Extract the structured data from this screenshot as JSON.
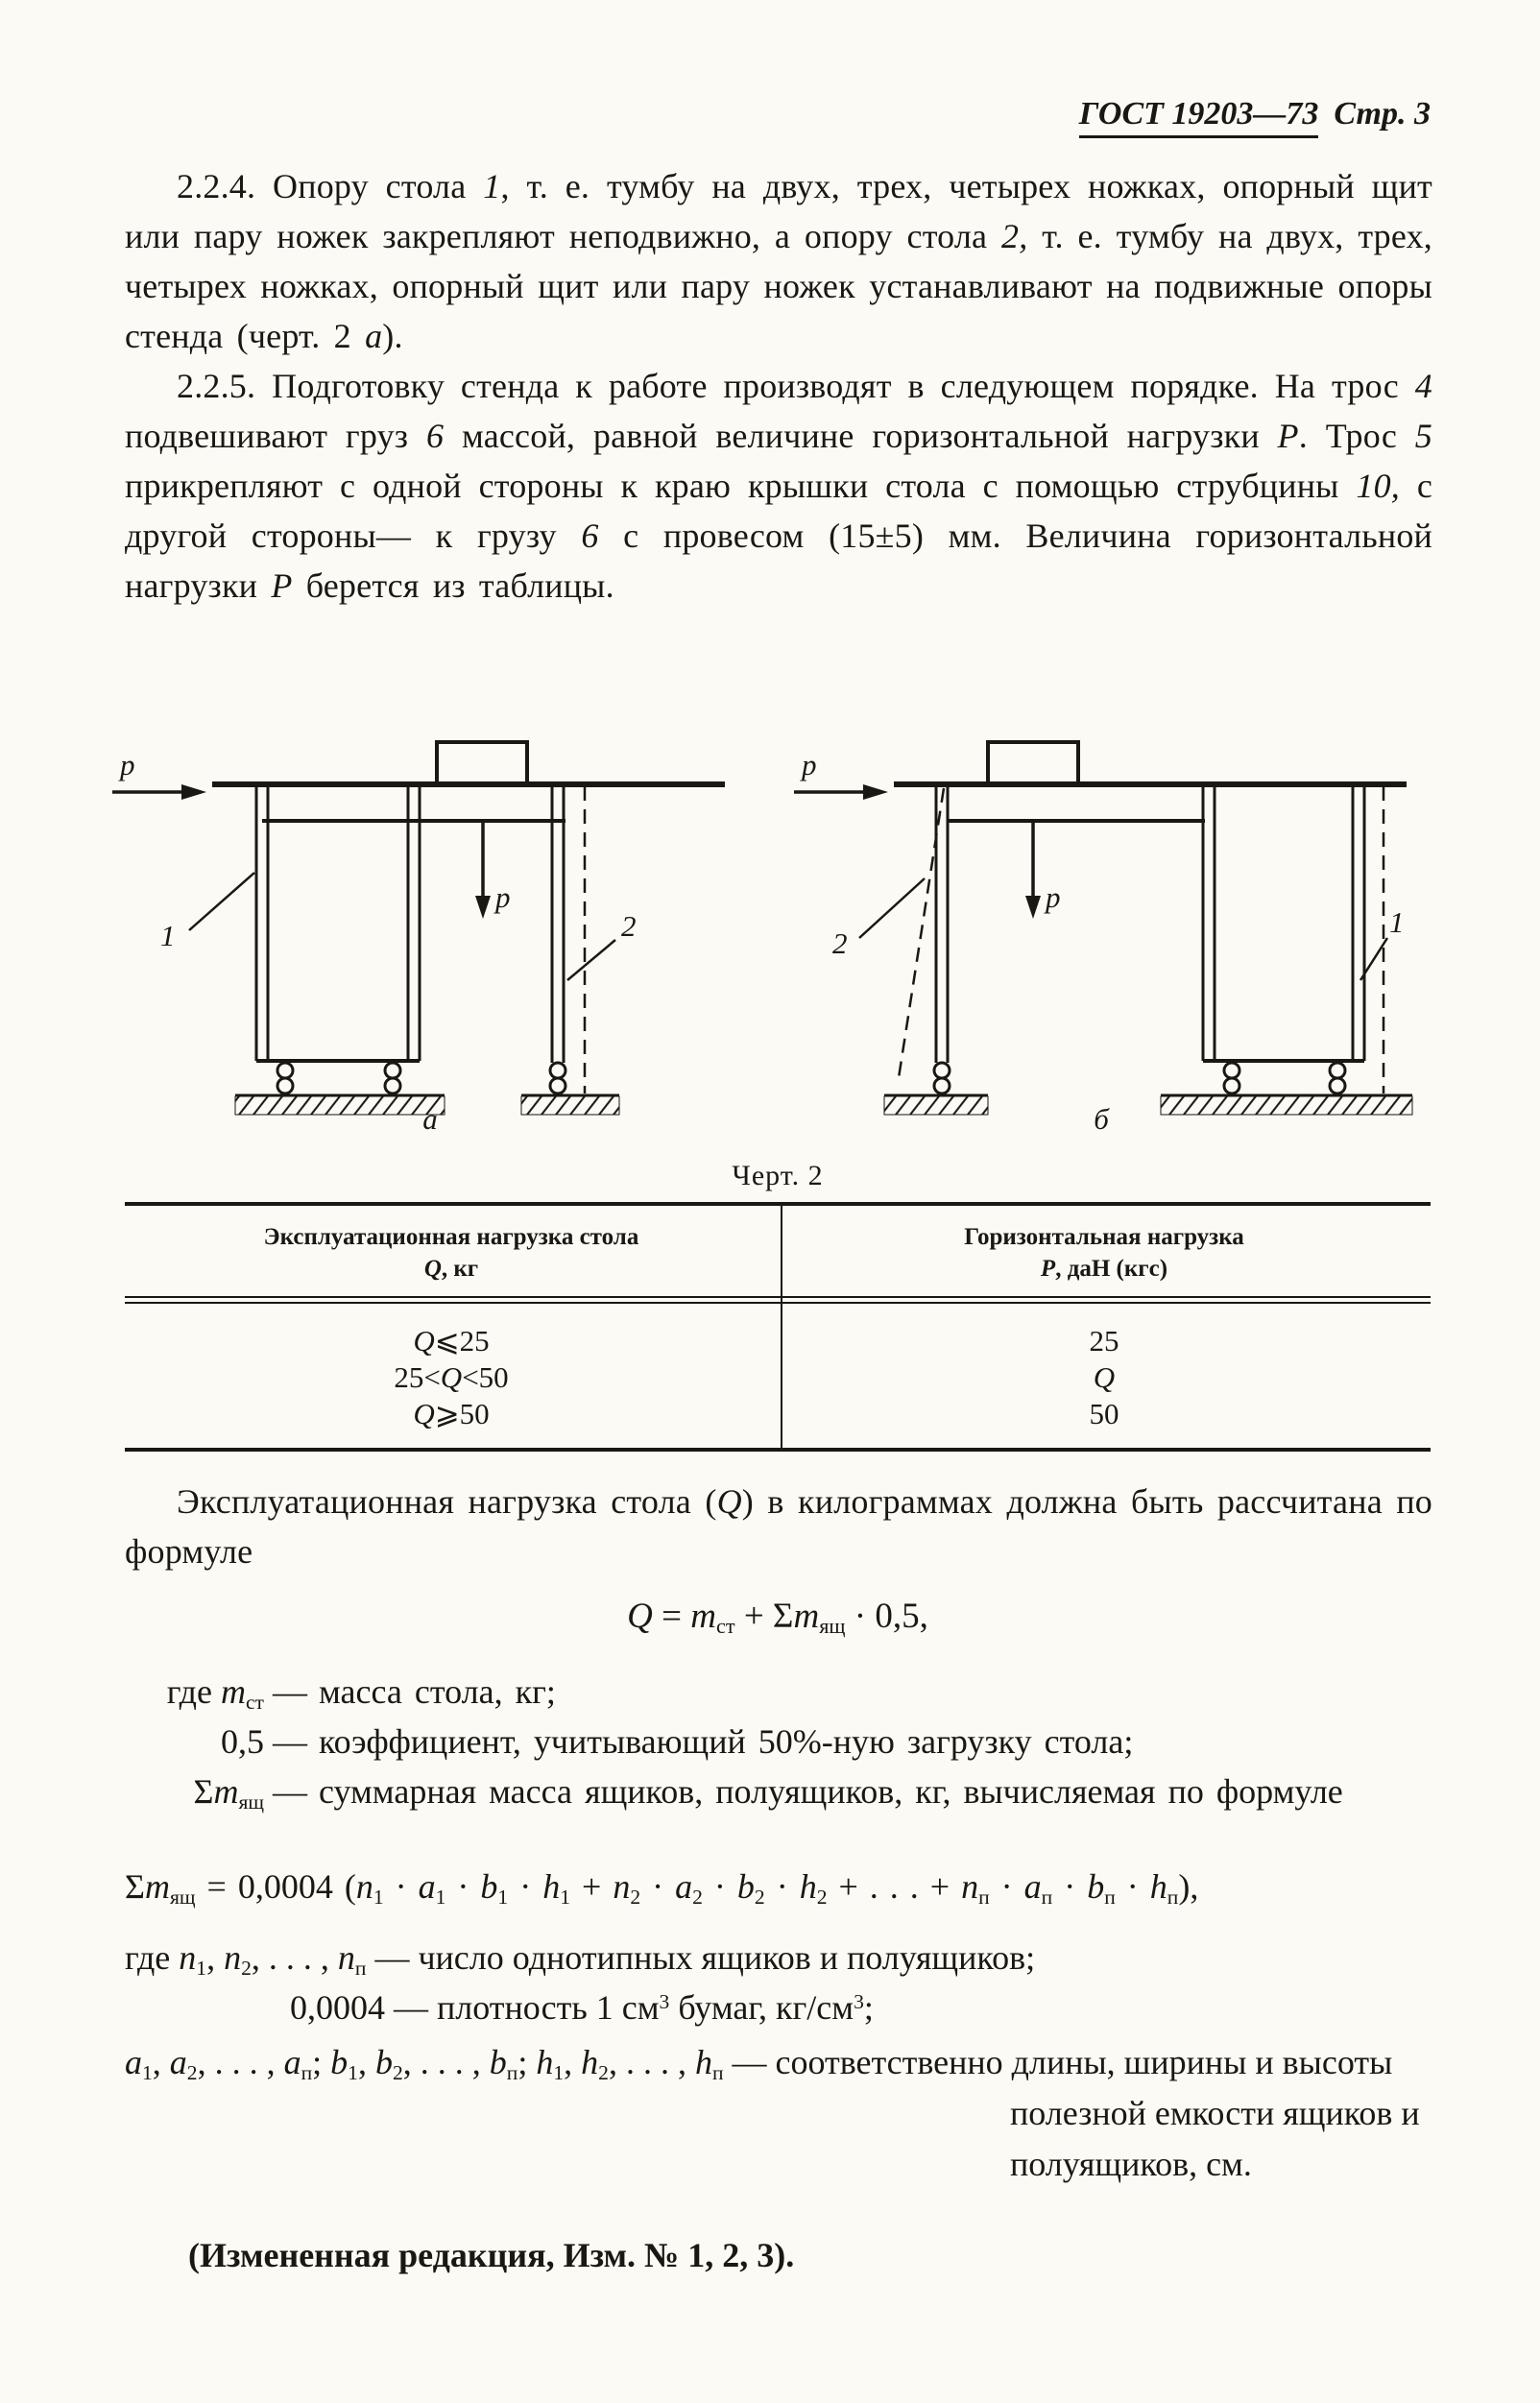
{
  "header": {
    "doc_number": "ГОСТ 19203—73",
    "page_label": "Стр. 3"
  },
  "paragraphs": {
    "p224": [
      {
        "t": "2.2.4. Опору стола "
      },
      {
        "t": "1",
        "i": true
      },
      {
        "t": ", т. е. тумбу на двух, трех, четырех ножках, опорный щит или пару ножек закрепляют неподвижно, а опору стола "
      },
      {
        "t": "2,",
        "i": true
      },
      {
        "t": " т. е. тумбу на двух, трех, четырех ножках, опорный щит или пару ножек устанавливают на подвижные опоры стенда (черт. 2 "
      },
      {
        "t": "а",
        "i": true
      },
      {
        "t": ")."
      }
    ],
    "p225": [
      {
        "t": "2.2.5. Подготовку стенда к работе производят в следующем порядке. На трос "
      },
      {
        "t": "4",
        "i": true
      },
      {
        "t": " подвешивают груз "
      },
      {
        "t": "6",
        "i": true
      },
      {
        "t": " массой, равной величине горизонтальной нагрузки "
      },
      {
        "t": "Р",
        "i": true
      },
      {
        "t": ". Трос "
      },
      {
        "t": "5",
        "i": true
      },
      {
        "t": " прикрепляют с одной стороны к краю крышки стола с помощью струбцины "
      },
      {
        "t": "10,",
        "i": true
      },
      {
        "t": " с другой стороны— к грузу "
      },
      {
        "t": "6",
        "i": true
      },
      {
        "t": " с провесом (15±5) мм. Величина горизонтальной нагрузки "
      },
      {
        "t": "Р",
        "i": true
      },
      {
        "t": " берется из таблицы."
      }
    ]
  },
  "figure": {
    "caption": "Черт. 2",
    "sub_a": "а",
    "sub_b": "б",
    "force_label": "р",
    "item1": "1",
    "item2": "2"
  },
  "table": {
    "col1_header_line1": "Эксплуатационная нагрузка стола",
    "col1_header_line2": [
      {
        "t": "Q",
        "i": true
      },
      {
        "t": ", кг"
      }
    ],
    "col2_header_line1": "Горизонтальная нагрузка",
    "col2_header_line2": [
      {
        "t": "Р",
        "i": true
      },
      {
        "t": ", даН (кгс)"
      }
    ],
    "r1c1": [
      {
        "t": "Q",
        "i": true
      },
      {
        "t": "⩽25"
      }
    ],
    "r2c1": [
      {
        "t": "25<"
      },
      {
        "t": "Q",
        "i": true
      },
      {
        "t": "<50"
      }
    ],
    "r3c1": [
      {
        "t": "Q",
        "i": true
      },
      {
        "t": "⩾50"
      }
    ],
    "r1c2": [
      {
        "t": "25"
      }
    ],
    "r2c2": [
      {
        "t": "Q",
        "i": true
      }
    ],
    "r3c2": [
      {
        "t": "50"
      }
    ]
  },
  "text": {
    "p_load": [
      {
        "t": "Эксплуатационная нагрузка стола ("
      },
      {
        "t": "Q",
        "i": true
      },
      {
        "t": ") в килограммах должна быть рассчитана по формуле"
      }
    ],
    "formula1": [
      {
        "t": "Q",
        "i": true
      },
      {
        "t": " = "
      },
      {
        "t": "m",
        "i": true
      },
      {
        "t": "ст",
        "sub": true
      },
      {
        "t": " + Σ"
      },
      {
        "t": "m",
        "i": true
      },
      {
        "t": "ящ",
        "sub": true
      },
      {
        "t": " · 0,5,"
      }
    ],
    "term1": [
      {
        "t": "где "
      },
      {
        "t": "m",
        "i": true
      },
      {
        "t": "ст",
        "sub": true
      },
      {
        "t": " —"
      }
    ],
    "desc1": [
      {
        "t": "масса стола, кг;"
      }
    ],
    "term2": [
      {
        "t": "0,5 —"
      }
    ],
    "desc2": [
      {
        "t": "коэффициент, учитывающий 50%-ную загрузку стола;"
      }
    ],
    "term3": [
      {
        "t": "Σ"
      },
      {
        "t": "m",
        "i": true
      },
      {
        "t": "ящ",
        "sub": true
      },
      {
        "t": " —"
      }
    ],
    "desc3": [
      {
        "t": "суммарная масса ящиков, полуящиков, кг, вычисляемая по формуле"
      }
    ],
    "formula2": [
      {
        "t": "Σ"
      },
      {
        "t": "m",
        "i": true
      },
      {
        "t": "ящ",
        "sub": true
      },
      {
        "t": " = 0,0004  ("
      },
      {
        "t": "n",
        "i": true
      },
      {
        "t": "1",
        "sub": true
      },
      {
        "t": " · "
      },
      {
        "t": "a",
        "i": true
      },
      {
        "t": "1",
        "sub": true
      },
      {
        "t": " · "
      },
      {
        "t": "b",
        "i": true
      },
      {
        "t": "1",
        "sub": true
      },
      {
        "t": " · "
      },
      {
        "t": "h",
        "i": true
      },
      {
        "t": "1",
        "sub": true
      },
      {
        "t": " + "
      },
      {
        "t": "n",
        "i": true
      },
      {
        "t": "2",
        "sub": true
      },
      {
        "t": " · "
      },
      {
        "t": "a",
        "i": true
      },
      {
        "t": "2",
        "sub": true
      },
      {
        "t": " · "
      },
      {
        "t": "b",
        "i": true
      },
      {
        "t": "2",
        "sub": true
      },
      {
        "t": " · "
      },
      {
        "t": "h",
        "i": true
      },
      {
        "t": "2",
        "sub": true
      },
      {
        "t": " +  .  .  .  + "
      },
      {
        "t": "n",
        "i": true
      },
      {
        "t": "п",
        "sub": true
      },
      {
        "t": " · "
      },
      {
        "t": "a",
        "i": true
      },
      {
        "t": "п",
        "sub": true
      },
      {
        "t": " · "
      },
      {
        "t": "b",
        "i": true
      },
      {
        "t": "п",
        "sub": true
      },
      {
        "t": " · "
      },
      {
        "t": "h",
        "i": true
      },
      {
        "t": "п",
        "sub": true
      },
      {
        "t": "),"
      }
    ],
    "where_n": [
      {
        "t": "где "
      },
      {
        "t": "n",
        "i": true
      },
      {
        "t": "1",
        "sub": true
      },
      {
        "t": ", "
      },
      {
        "t": "n",
        "i": true
      },
      {
        "t": "2",
        "sub": true
      },
      {
        "t": ", . . . , "
      },
      {
        "t": "n",
        "i": true
      },
      {
        "t": "п",
        "sub": true
      },
      {
        "t": " — число однотипных ящиков и полуящиков;"
      }
    ],
    "density": [
      {
        "t": "0,0004 — плотность 1 см"
      },
      {
        "t": "3",
        "sup": true
      },
      {
        "t": " бумаг, кг/см"
      },
      {
        "t": "3",
        "sup": true
      },
      {
        "t": ";"
      }
    ],
    "abh": [
      {
        "t": "a",
        "i": true
      },
      {
        "t": "1",
        "sub": true
      },
      {
        "t": ", "
      },
      {
        "t": "a",
        "i": true
      },
      {
        "t": "2",
        "sub": true
      },
      {
        "t": ", . . . , "
      },
      {
        "t": "a",
        "i": true
      },
      {
        "t": "п",
        "sub": true
      },
      {
        "t": "; "
      },
      {
        "t": "b",
        "i": true
      },
      {
        "t": "1",
        "sub": true
      },
      {
        "t": ", "
      },
      {
        "t": "b",
        "i": true
      },
      {
        "t": "2",
        "sub": true
      },
      {
        "t": ", . . . , "
      },
      {
        "t": "b",
        "i": true
      },
      {
        "t": "п",
        "sub": true
      },
      {
        "t": "; "
      },
      {
        "t": "h",
        "i": true
      },
      {
        "t": "1",
        "sub": true
      },
      {
        "t": ", "
      },
      {
        "t": "h",
        "i": true
      },
      {
        "t": "2",
        "sub": true
      },
      {
        "t": ", . . . , "
      },
      {
        "t": "h",
        "i": true
      },
      {
        "t": "п",
        "sub": true
      },
      {
        "t": " — соответственно длины, ширины и высоты полезной емкости ящиков и полуящиков, см."
      }
    ],
    "amendment": "(Измененная редакция, Изм. № 1, 2, 3)."
  }
}
